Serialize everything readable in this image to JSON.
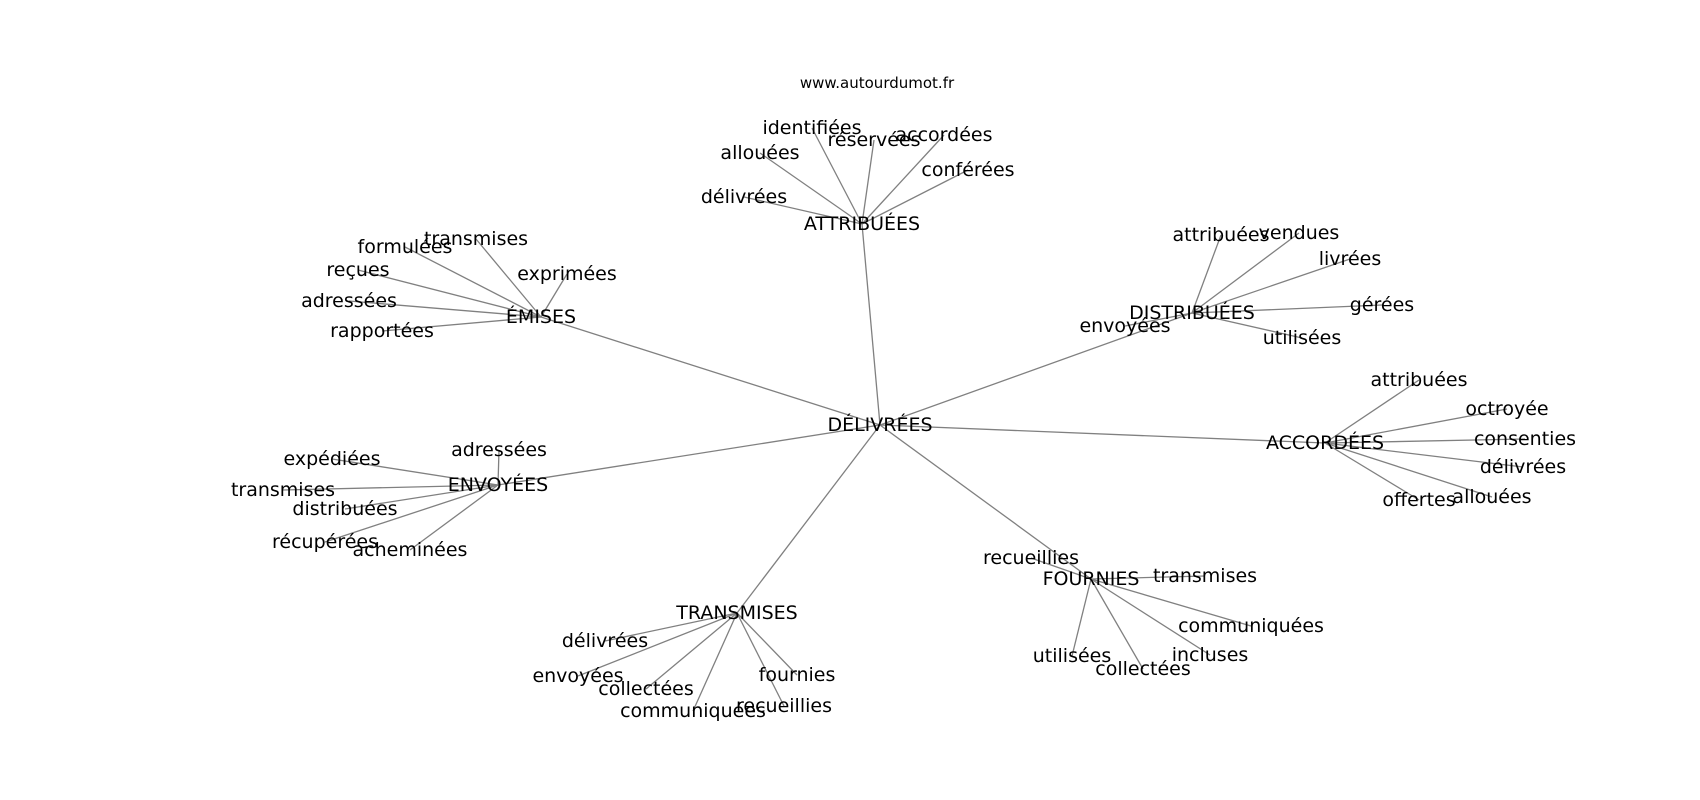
{
  "source": "www.autourdumot.fr",
  "center": "DÉLIVRÉES",
  "hubs": [
    {
      "label": "ATTRIBUÉES",
      "leaves": [
        "identifiées",
        "réservées",
        "accordées",
        "allouées",
        "conférées",
        "délivrées"
      ]
    },
    {
      "label": "ÉMISES",
      "leaves": [
        "transmises",
        "formulées",
        "reçues",
        "exprimées",
        "adressées",
        "rapportées"
      ]
    },
    {
      "label": "DISTRIBUÉES",
      "leaves": [
        "attribuées",
        "vendues",
        "livrées",
        "gérées",
        "envoyées",
        "utilisées"
      ]
    },
    {
      "label": "ACCORDÉES",
      "leaves": [
        "attribuées",
        "octroyée",
        "consenties",
        "délivrées",
        "allouées",
        "offertes"
      ]
    },
    {
      "label": "ENVOYÉES",
      "leaves": [
        "adressées",
        "expédiées",
        "transmises",
        "distribuées",
        "récupérées",
        "acheminées"
      ]
    },
    {
      "label": "FOURNIES",
      "leaves": [
        "recueillies",
        "transmises",
        "communiquées",
        "incluses",
        "collectées",
        "utilisées"
      ]
    },
    {
      "label": "TRANSMISES",
      "leaves": [
        "délivrées",
        "envoyées",
        "collectées",
        "communiquées",
        "recueillies",
        "fournies"
      ]
    }
  ]
}
